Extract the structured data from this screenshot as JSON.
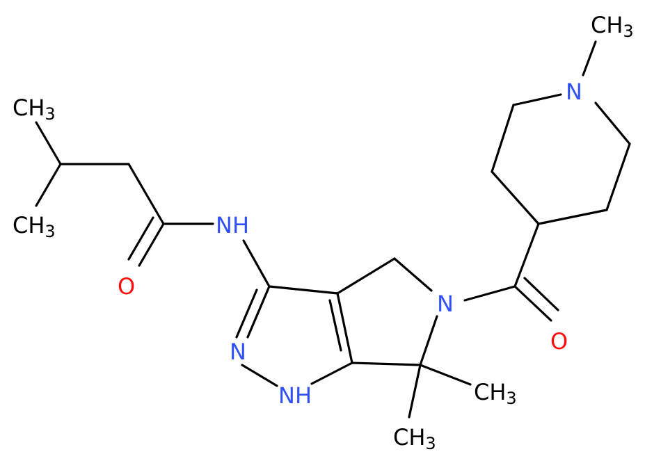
{
  "colors": {
    "carbon": "#000000",
    "nitrogen": "#3050f8",
    "oxygen": "#ff0d0d",
    "background": "#ffffff"
  },
  "labels": {
    "methyl_top_left": "CH3",
    "methyl_mid_left": "CH3",
    "amide_nh": "NH",
    "carbonyl_oxygen_left": "O",
    "pyrazole_n2": "N",
    "pyrazole_n1h": "NH",
    "pyrrolidine_n": "N",
    "carbonyl_oxygen_right": "O",
    "gem_methyl_a": "CH3",
    "gem_methyl_b": "CH3",
    "piperidine_n": "N",
    "n_methyl": "CH3"
  }
}
